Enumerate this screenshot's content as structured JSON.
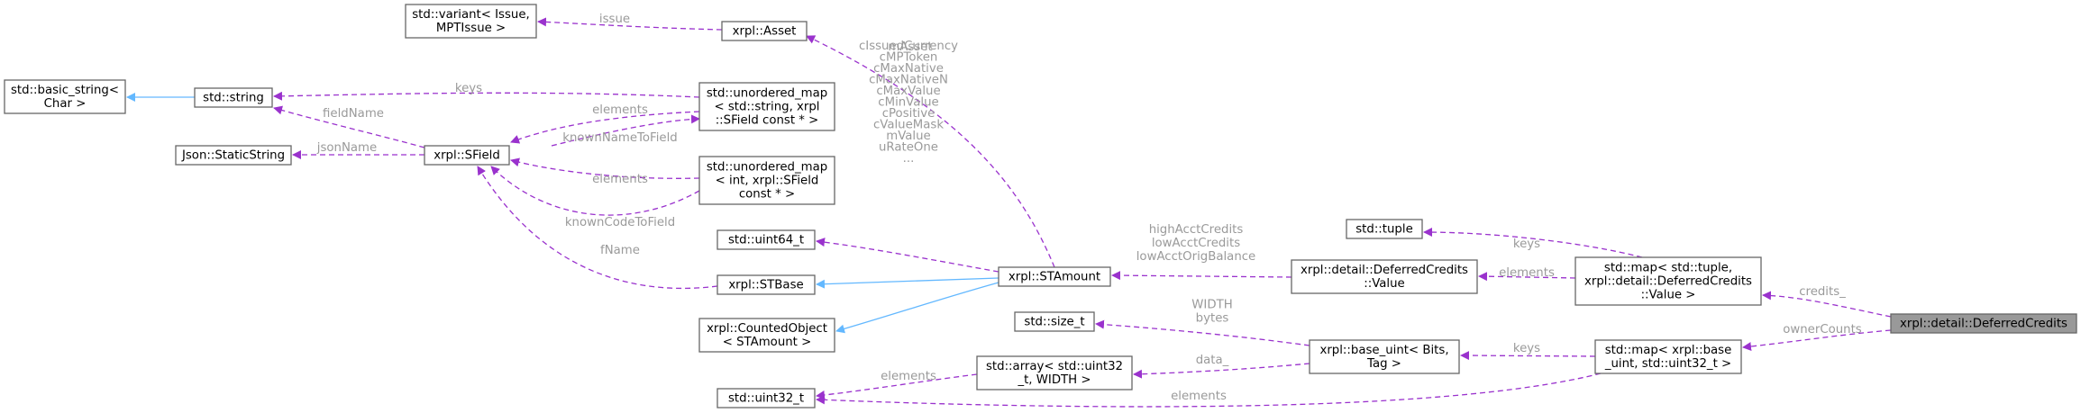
{
  "nodes": {
    "variant": [
      "std::variant< Issue,",
      "MPTIssue >"
    ],
    "asset": [
      "xrpl::Asset"
    ],
    "basic_string": [
      "std::basic_string<",
      "Char >"
    ],
    "string": [
      "std::string"
    ],
    "umap_string": [
      "std::unordered_map",
      "< std::string, xrpl",
      "::SField const * >"
    ],
    "static_string": [
      "Json::StaticString"
    ],
    "sfield": [
      "xrpl::SField"
    ],
    "umap_int": [
      "std::unordered_map",
      "< int, xrpl::SField",
      "const * >"
    ],
    "uint64": [
      "std::uint64_t"
    ],
    "stbase": [
      "xrpl::STBase"
    ],
    "counted": [
      "xrpl::CountedObject",
      "< STAmount >"
    ],
    "stamount": [
      "xrpl::STAmount"
    ],
    "uint32": [
      "std::uint32_t"
    ],
    "array": [
      "std::array< std::uint32",
      "_t, WIDTH >"
    ],
    "size_t": [
      "std::size_t"
    ],
    "base_uint": [
      "xrpl::base_uint< Bits,",
      "Tag >"
    ],
    "dc_value": [
      "xrpl::detail::DeferredCredits",
      "::Value"
    ],
    "tuple": [
      "std::tuple"
    ],
    "map_tuple": [
      "std::map< std::tuple,",
      "xrpl::detail::DeferredCredits",
      "::Value >"
    ],
    "map_base": [
      "std::map< xrpl::base",
      "_uint, std::uint32_t >"
    ],
    "deferred": [
      "xrpl::detail::DeferredCredits"
    ]
  },
  "edges": {
    "issue": [
      "issue"
    ],
    "keys_string": [
      "keys"
    ],
    "elements_sfield": [
      "elements"
    ],
    "known_name": [
      "knownNameToField"
    ],
    "field_name": [
      "fieldName"
    ],
    "json_name": [
      "jsonName"
    ],
    "elements_int": [
      "elements"
    ],
    "known_code": [
      "knownCodeToField"
    ],
    "fname": [
      "fName"
    ],
    "masset": [
      "mAsset"
    ],
    "stamount_uint64": [
      "cIssuedCurrency",
      "cMPToken",
      "cMaxNative",
      "cMaxNativeN",
      "cMaxValue",
      "cMinValue",
      "cPositive",
      "cValueMask",
      "mValue",
      "uRateOne",
      "..."
    ],
    "credits_fields": [
      "highAcctCredits",
      "lowAcctCredits",
      "lowAcctOrigBalance"
    ],
    "elements_dc": [
      "elements"
    ],
    "keys_tuple": [
      "keys"
    ],
    "credits": [
      "credits_"
    ],
    "owner_counts": [
      "ownerCounts"
    ],
    "keys_base": [
      "keys"
    ],
    "width_bytes": [
      "WIDTH",
      "bytes"
    ],
    "data": [
      "data_"
    ],
    "elements_array": [
      "elements"
    ],
    "elements_map": [
      "elements"
    ]
  }
}
